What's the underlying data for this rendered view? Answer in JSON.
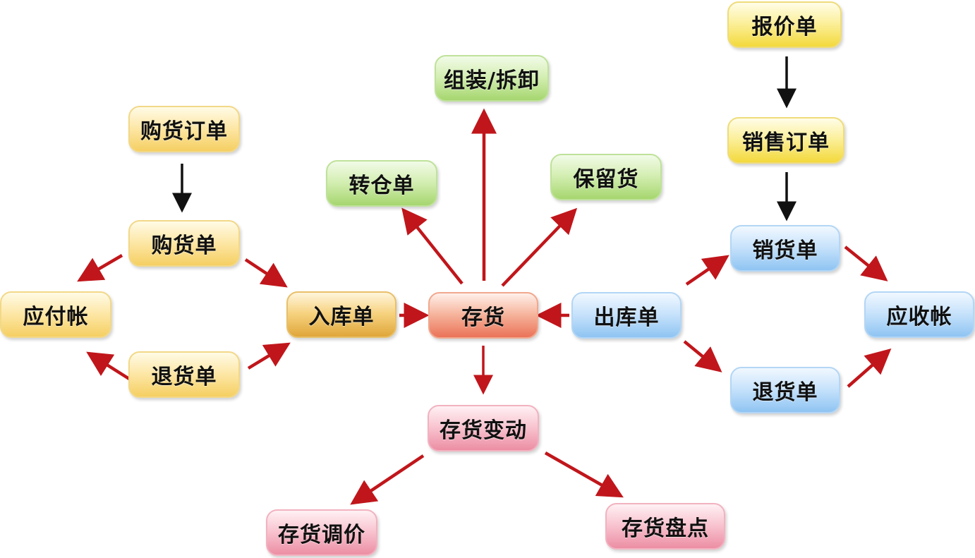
{
  "nodes": {
    "purchase_order": "购货订单",
    "purchase_bill": "购货单",
    "payable": "应付帐",
    "purchase_return": "退货单",
    "stock_in": "入库单",
    "transfer": "转仓单",
    "assembly": "组装/拆卸",
    "reserve": "保留货",
    "inventory": "存货",
    "stock_out": "出库单",
    "inventory_change": "存货变动",
    "price_adjust": "存货调价",
    "stocktake": "存货盘点",
    "quotation": "报价单",
    "sales_order": "销售订单",
    "sales_bill": "销货单",
    "sales_return": "退货单",
    "receivable": "应收帐"
  },
  "colors": {
    "flow_arrow": "#c0161b",
    "sequence_arrow": "#111111",
    "purchase_nodes": "#f5cf62",
    "stock_in_node": "#e0a63a",
    "quote_nodes": "#f3d93c",
    "warehouse_nodes": "#a6d66f",
    "sales_nodes": "#8fc4f2",
    "inventory_node": "#ea7358",
    "change_nodes": "#ec8ea4"
  }
}
